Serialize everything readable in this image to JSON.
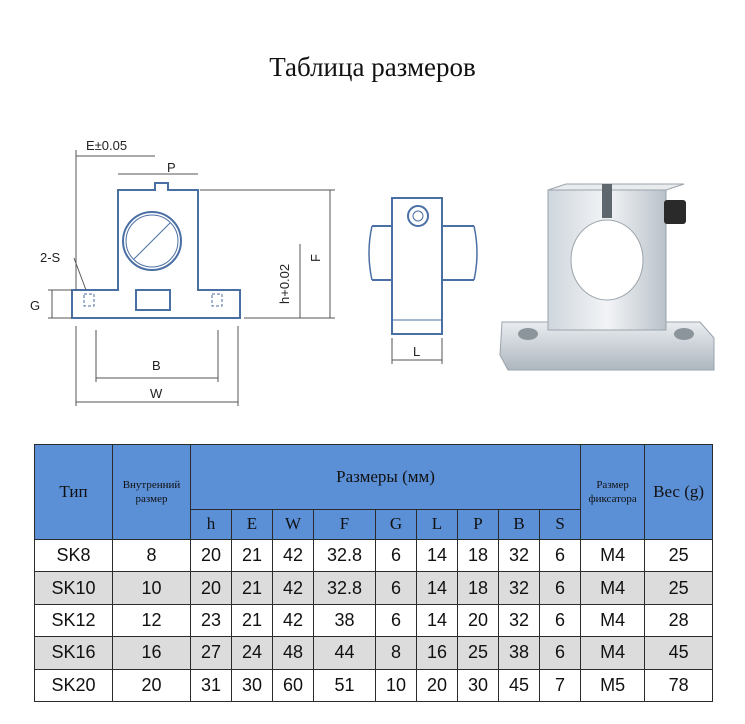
{
  "title": "Таблица размеров",
  "drawing": {
    "labels": {
      "E": "E±0.05",
      "P": "P",
      "S": "2-S",
      "G": "G",
      "B": "B",
      "W": "W",
      "h": "h+0.02",
      "F": "F",
      "L": "L"
    }
  },
  "table": {
    "header": {
      "type": "Тип",
      "inner": "Внутренний размер",
      "dims": "Размеры (мм)",
      "fixator": "Размер фиксатора",
      "weight": "Вес (g)"
    },
    "dim_columns": [
      "h",
      "E",
      "W",
      "F",
      "G",
      "L",
      "P",
      "B",
      "S"
    ],
    "rows": [
      {
        "type": "SK8",
        "inner": "8",
        "dims": [
          "20",
          "21",
          "42",
          "32.8",
          "6",
          "14",
          "18",
          "32",
          "6"
        ],
        "fixator": "M4",
        "weight": "25"
      },
      {
        "type": "SK10",
        "inner": "10",
        "dims": [
          "20",
          "21",
          "42",
          "32.8",
          "6",
          "14",
          "18",
          "32",
          "6"
        ],
        "fixator": "M4",
        "weight": "25"
      },
      {
        "type": "SK12",
        "inner": "12",
        "dims": [
          "23",
          "21",
          "42",
          "38",
          "6",
          "14",
          "20",
          "32",
          "6"
        ],
        "fixator": "M4",
        "weight": "28"
      },
      {
        "type": "SK16",
        "inner": "16",
        "dims": [
          "27",
          "24",
          "48",
          "44",
          "8",
          "16",
          "25",
          "38",
          "6"
        ],
        "fixator": "M4",
        "weight": "45"
      },
      {
        "type": "SK20",
        "inner": "20",
        "dims": [
          "31",
          "30",
          "60",
          "51",
          "10",
          "20",
          "30",
          "45",
          "7"
        ],
        "fixator": "M5",
        "weight": "78"
      }
    ]
  }
}
